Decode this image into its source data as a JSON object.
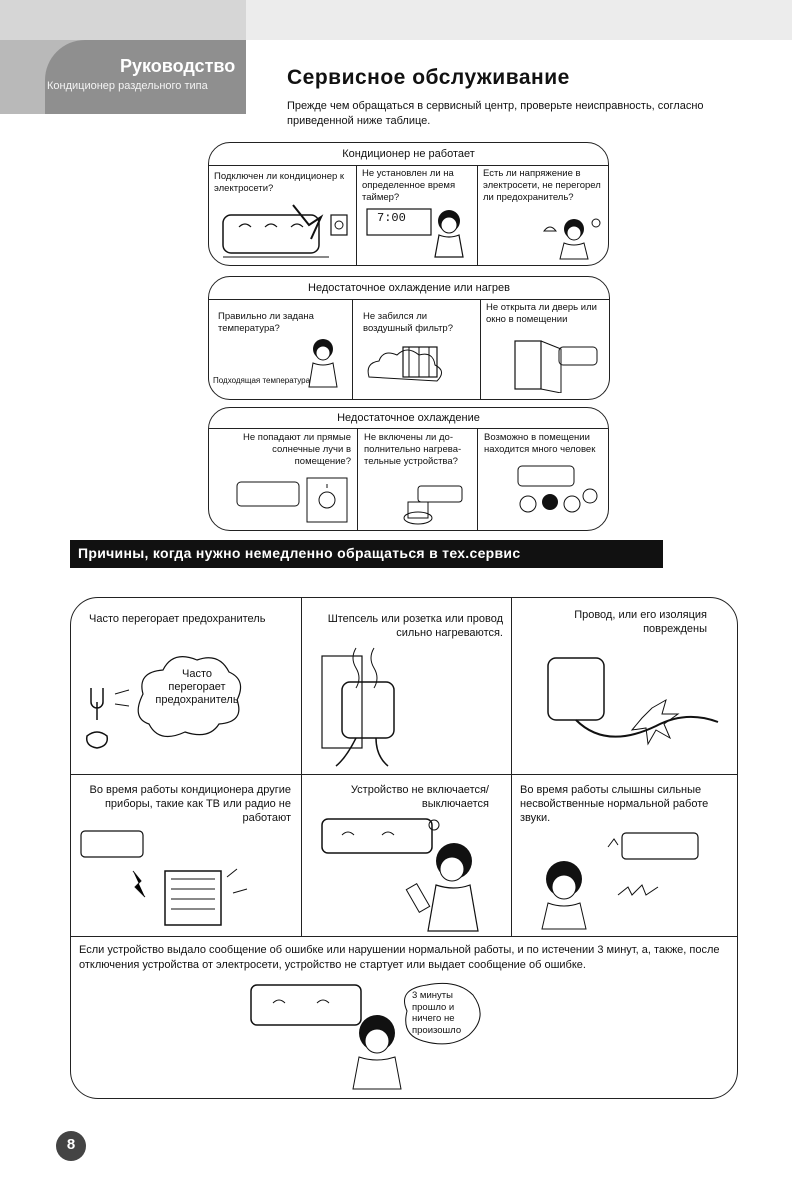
{
  "header": {
    "brand_title": "Руководство",
    "brand_subtitle": "Кондиционер раздельного типа"
  },
  "section": {
    "title": "Сервисное обслуживание",
    "intro": "Прежде чем обращаться в сервисный центр, проверьте неисправность, согласно приведенной ниже таблице."
  },
  "table1": {
    "title": "Кондиционер не работает",
    "cells": [
      "Подключен ли кондиционер к электросети?",
      "Не установлен ли на определенное время таймер?",
      "Есть ли напряжение в электросети, не перегорел ли предохранитель?"
    ],
    "timer_display": "7:00"
  },
  "table2": {
    "title": "Недостаточное охлаждение или нагрев",
    "cells": [
      "Правильно ли задана температура?",
      "Не забился ли воздушный фильтр?",
      "Не открыта ли дверь или окно в помещении"
    ],
    "note": "Подходящая температура"
  },
  "table3": {
    "title": "Недостаточное охлаждение",
    "cells": [
      "Не попадают ли прямые солнечные лучи в помещение?",
      "Не включены ли до-полнительно нагрева-тельные устройства?",
      "Возможно в помещении находится много человек"
    ]
  },
  "banner": {
    "text": "Причины, когда нужно немедленно обращаться в тех.сервис"
  },
  "urgent": {
    "cells": [
      "Часто перегорает предохранитель",
      "Штепсель или розетка или провод сильно нагреваются.",
      "Провод, или его изоляция повреждены",
      "Во время работы кондиционера другие приборы, такие как ТВ или радио не работают",
      "Устройство не включается/выключается",
      "Во время работы слышны сильные несвойственные нормальной работе звуки."
    ],
    "bubble1": "Часто перегорает предохранитель",
    "bottom_text": "Если устройство выдало сообщение об ошибке или нарушении нормальной работы, и по истечении 3 минут, а, также, после отключения устройства от электросети, устройство не стартует или выдает сообщение об ошибке.",
    "bubble2": "3 минуты прошло и ничего не произошло"
  },
  "footer": {
    "page_number": "8"
  }
}
